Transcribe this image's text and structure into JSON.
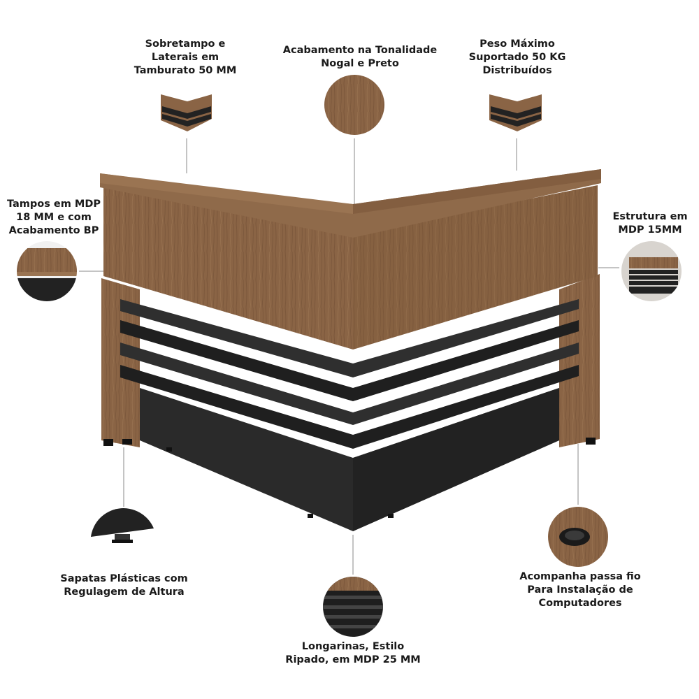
{
  "callouts": {
    "sobretampo": "Sobretampo e\nLaterais em\nTamburato 50 MM",
    "acabamento": "Acabamento na Tonalidade\nNogal e Preto",
    "peso": "Peso Máximo\nSuportado 50 KG\nDistribuídos",
    "tampos": "Tampos em MDP\n18 MM e com\nAcabamento BP",
    "estrutura": "Estrutura em\nMDP 15MM",
    "sapatas": "Sapatas Plásticas com\nRegulagem de Altura",
    "acompanha": "Acompanha passa fio\nPara Instalação de\nComputadores",
    "longarinas": "Longarinas, Estilo\nRipado, em MDP 25 MM"
  },
  "colors": {
    "wood": "#8a6445",
    "wood_dark": "#6e4d33",
    "black": "#262626",
    "line": "#8a8a8a"
  }
}
